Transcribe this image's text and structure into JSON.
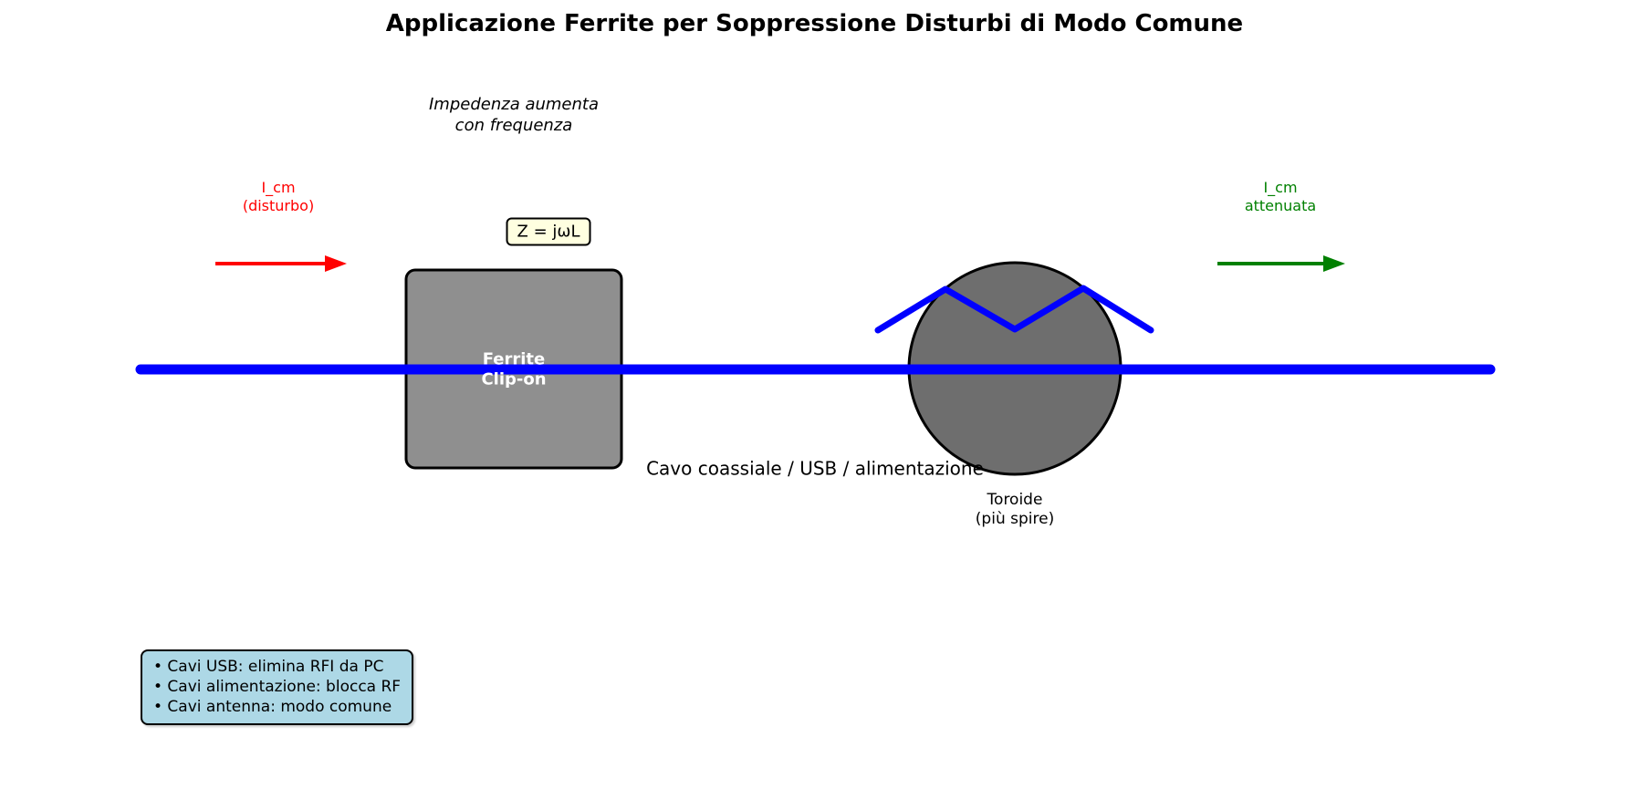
{
  "title": "Applicazione Ferrite per Soppressione Disturbi di Modo Comune",
  "annotations": {
    "impedance_note": "Impedenza aumenta\ncon frequenza",
    "formula": "Z = jωL",
    "cable_label": "Cavo coassiale / USB / alimentazione"
  },
  "current_in": {
    "label": "I_cm\n(disturbo)",
    "color": "#ff0000"
  },
  "current_out": {
    "label": "I_cm\nattenuata",
    "color": "#008000"
  },
  "ferrite": {
    "label": "Ferrite\nClip-on",
    "fill": "#8f8f8f",
    "border": "#000000"
  },
  "toroid": {
    "label": "Toroide\n(più spire)",
    "fill": "#6e6e6e",
    "border": "#000000"
  },
  "cable": {
    "color": "#0000ff"
  },
  "formula_box": {
    "bg": "#ffffe0",
    "border": "#000000"
  },
  "notes": {
    "bg": "#add8e6",
    "items": [
      "• Cavi USB: elimina RFI da PC",
      "• Cavi alimentazione: blocca RF",
      "• Cavi antenna: modo comune"
    ]
  }
}
